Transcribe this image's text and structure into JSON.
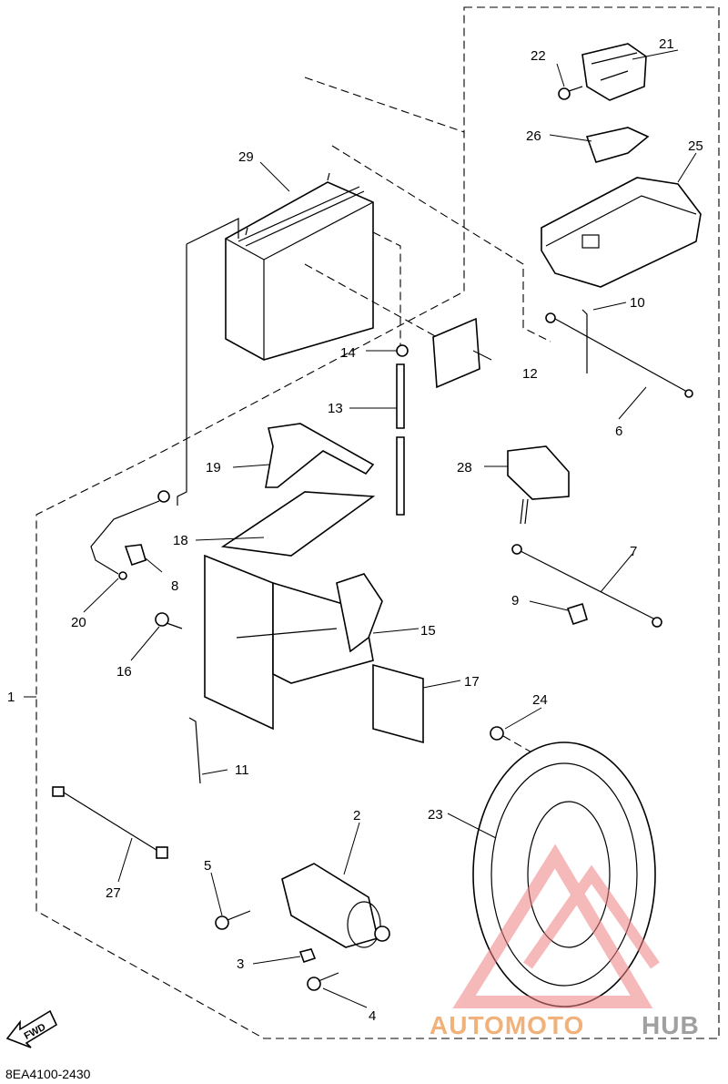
{
  "diagram_code": "8EA4100-2430",
  "fwd_label": "FWD",
  "watermark": {
    "text_a": "AUTOMOTO",
    "text_b": "HUB",
    "color_a": "#f0b27a",
    "color_b": "#a0a0a0",
    "logo_color": "#f08080"
  },
  "callouts": {
    "p1": "1",
    "p2": "2",
    "p3": "3",
    "p4": "4",
    "p5": "5",
    "p6": "6",
    "p7": "7",
    "p8": "8",
    "p9": "9",
    "p10": "10",
    "p11": "11",
    "p12": "12",
    "p13": "13",
    "p14": "14",
    "p15": "15",
    "p16": "16",
    "p17": "17",
    "p18": "18",
    "p19": "19",
    "p20": "20",
    "p21": "21",
    "p22": "22",
    "p23": "23",
    "p24": "24",
    "p25": "25",
    "p26": "26",
    "p27": "27",
    "p28": "28",
    "p29": "29"
  }
}
